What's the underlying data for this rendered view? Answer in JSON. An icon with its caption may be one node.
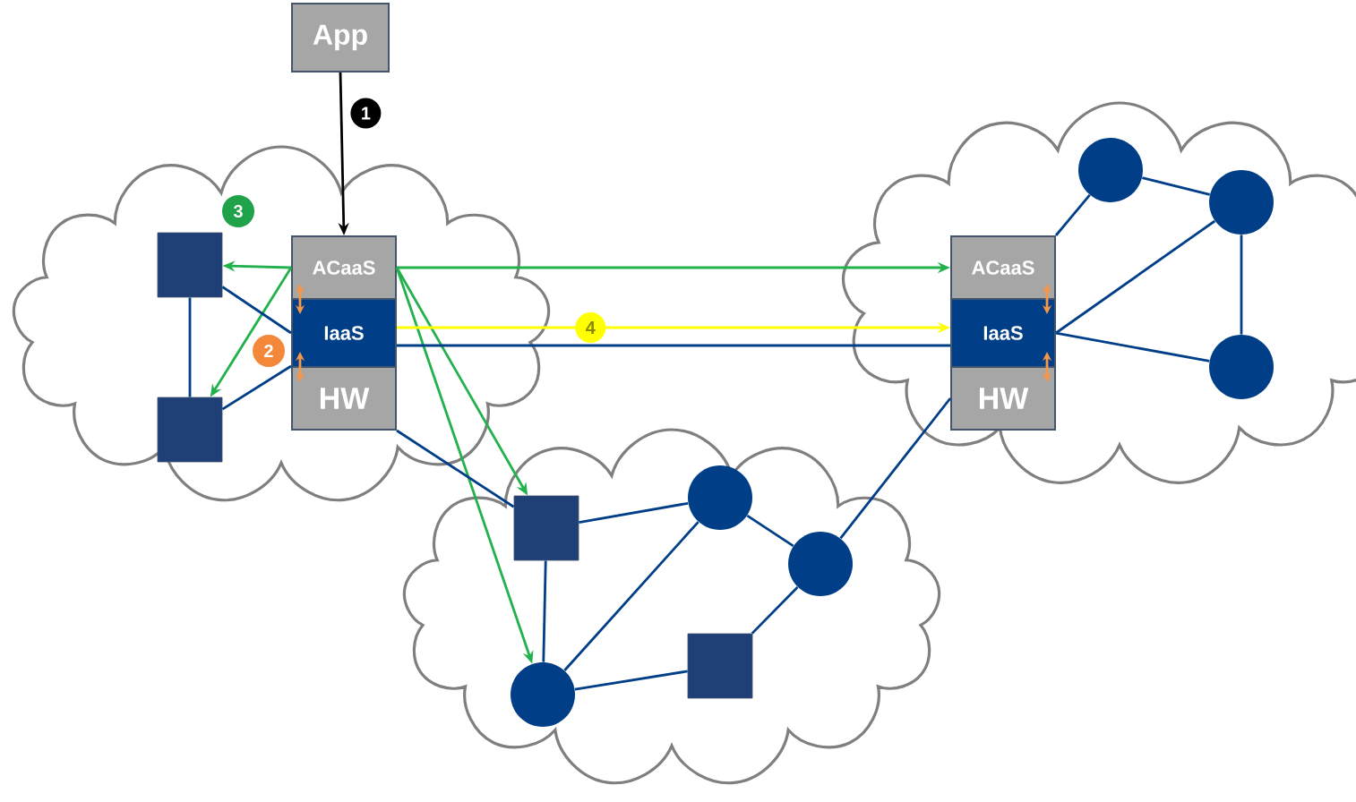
{
  "diagram": {
    "nodes": [
      {
        "text": [
          "App"
        ]
      },
      {
        "text": [],
        "shape": "cloud"
      },
      {
        "text": [
          "ACaaS"
        ],
        "in": 1
      },
      {
        "text": [
          "IaaS"
        ],
        "in": 1
      },
      {
        "text": [
          "HW"
        ],
        "in": 1
      },
      {
        "text": [],
        "shape": "box",
        "in": 1
      },
      {
        "text": [],
        "shape": "box",
        "in": 1
      },
      {
        "text": [],
        "shape": "cloud"
      },
      {
        "text": [
          "ACaaS"
        ],
        "in": 7
      },
      {
        "text": [
          "IaaS"
        ],
        "in": 7
      },
      {
        "text": [
          "HW"
        ],
        "in": 7
      },
      {
        "text": [],
        "shape": "circle",
        "in": 7
      },
      {
        "text": [],
        "shape": "circle",
        "in": 7
      },
      {
        "text": [],
        "shape": "circle",
        "in": 7
      },
      {
        "text": [],
        "shape": "cloud"
      },
      {
        "text": [],
        "shape": "box",
        "in": 14
      },
      {
        "text": [],
        "shape": "circle",
        "in": 14
      },
      {
        "text": [],
        "shape": "circle",
        "in": 14
      },
      {
        "text": [],
        "shape": "box",
        "in": 14
      },
      {
        "text": [],
        "shape": "circle",
        "in": 14
      }
    ],
    "edges": [
      {
        "from": 0,
        "to": 2,
        "arrow": "to",
        "color": "#000000",
        "label": "1"
      },
      {
        "from": 2,
        "to": 5,
        "arrow": "to",
        "color": "#22b14c"
      },
      {
        "from": 2,
        "to": 6,
        "arrow": "to",
        "color": "#22b14c"
      },
      {
        "from": 2,
        "to": 8,
        "arrow": "to",
        "color": "#22b14c"
      },
      {
        "from": 2,
        "to": 15,
        "arrow": "to",
        "color": "#22b14c"
      },
      {
        "from": 2,
        "to": 19,
        "arrow": "to",
        "color": "#22b14c"
      },
      {
        "from": 3,
        "to": 9,
        "arrow": "to",
        "color": "#ffff00",
        "label": "4"
      },
      {
        "from": 2,
        "to": 3,
        "arrow": "both",
        "color": "#f79646"
      },
      {
        "from": 3,
        "to": 4,
        "arrow": "both",
        "color": "#f79646"
      },
      {
        "from": 8,
        "to": 9,
        "arrow": "both",
        "color": "#f79646"
      },
      {
        "from": 9,
        "to": 10,
        "arrow": "both",
        "color": "#f79646"
      },
      {
        "from": 5,
        "to": 6,
        "arrow": "none"
      },
      {
        "from": 5,
        "to": 3,
        "arrow": "none"
      },
      {
        "from": 6,
        "to": 4,
        "arrow": "none"
      },
      {
        "from": 3,
        "to": 9,
        "arrow": "none"
      },
      {
        "from": 4,
        "to": 15,
        "arrow": "none"
      },
      {
        "from": 8,
        "to": 11,
        "arrow": "none"
      },
      {
        "from": 9,
        "to": 12,
        "arrow": "none"
      },
      {
        "from": 9,
        "to": 13,
        "arrow": "none"
      },
      {
        "from": 11,
        "to": 12,
        "arrow": "none"
      },
      {
        "from": 12,
        "to": 13,
        "arrow": "none"
      },
      {
        "from": 10,
        "to": 17,
        "arrow": "none"
      },
      {
        "from": 15,
        "to": 16,
        "arrow": "none"
      },
      {
        "from": 15,
        "to": 19,
        "arrow": "none"
      },
      {
        "from": 19,
        "to": 16,
        "arrow": "none"
      },
      {
        "from": 19,
        "to": 18,
        "arrow": "none"
      },
      {
        "from": 18,
        "to": 17,
        "arrow": "none"
      },
      {
        "from": 16,
        "to": 17,
        "arrow": "none"
      }
    ],
    "labels": [
      "3",
      "2"
    ]
  }
}
